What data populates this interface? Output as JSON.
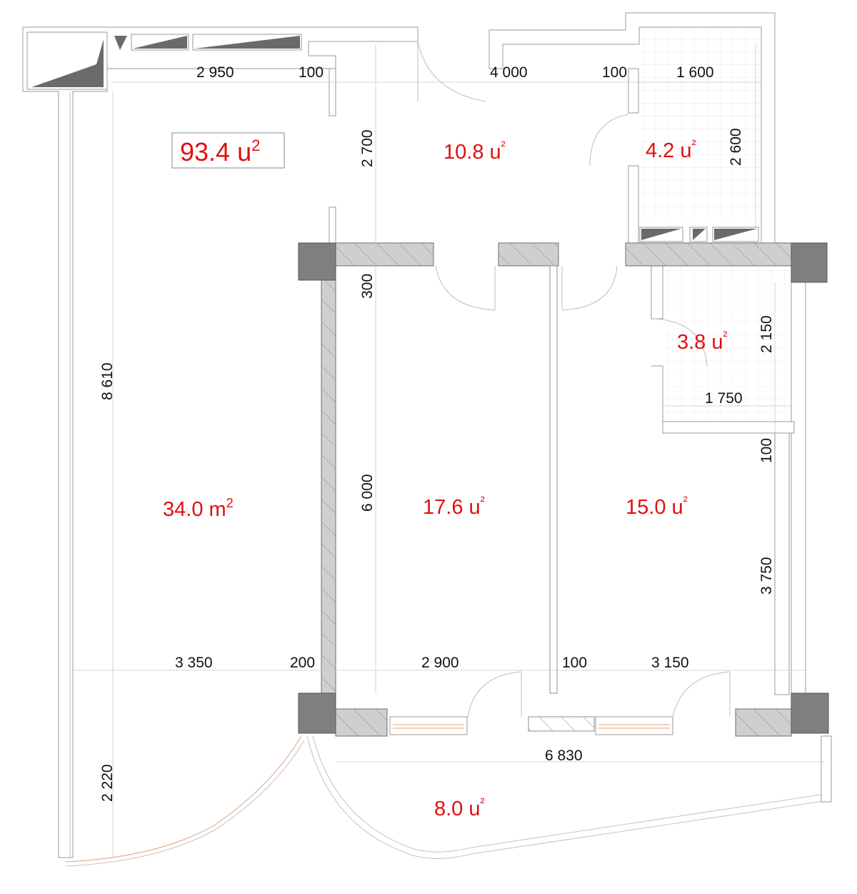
{
  "total_area": {
    "value": "93.4 ",
    "unit": "u",
    "sup": "2"
  },
  "rooms": [
    {
      "name": "room-living",
      "value": "34.0 m",
      "sup": "2"
    },
    {
      "name": "room-hall",
      "value": "10.8 ",
      "unit": "u",
      "sup": "²"
    },
    {
      "name": "room-bathroom-top",
      "value": "4.2 ",
      "unit": "u",
      "sup": "²"
    },
    {
      "name": "room-bathroom-right",
      "value": "3.8 ",
      "unit": "u",
      "sup": "²"
    },
    {
      "name": "room-bedroom-middle",
      "value": "17.6 ",
      "unit": "u",
      "sup": "²"
    },
    {
      "name": "room-bedroom-right",
      "value": "15.0 ",
      "unit": "u",
      "sup": "²"
    },
    {
      "name": "room-balcony",
      "value": "8.0 ",
      "unit": "u",
      "sup": "²"
    }
  ],
  "dimensions": {
    "top_2950": "2 950",
    "top_100_a": "100",
    "top_4000": "4 000",
    "top_100_b": "100",
    "top_1600": "1 600",
    "v_2700": "2 700",
    "v_2600": "2 600",
    "v_300": "300",
    "v_8610": "8 610",
    "v_2150": "2 150",
    "h_1750": "1 750",
    "v_100": "100",
    "v_6000": "6 000",
    "v_3750": "3 750",
    "bot_3350": "3 350",
    "bot_200": "200",
    "bot_2900": "2 900",
    "bot_100": "100",
    "bot_3150": "3 150",
    "h_6830": "6 830",
    "v_2220": "2 220"
  }
}
